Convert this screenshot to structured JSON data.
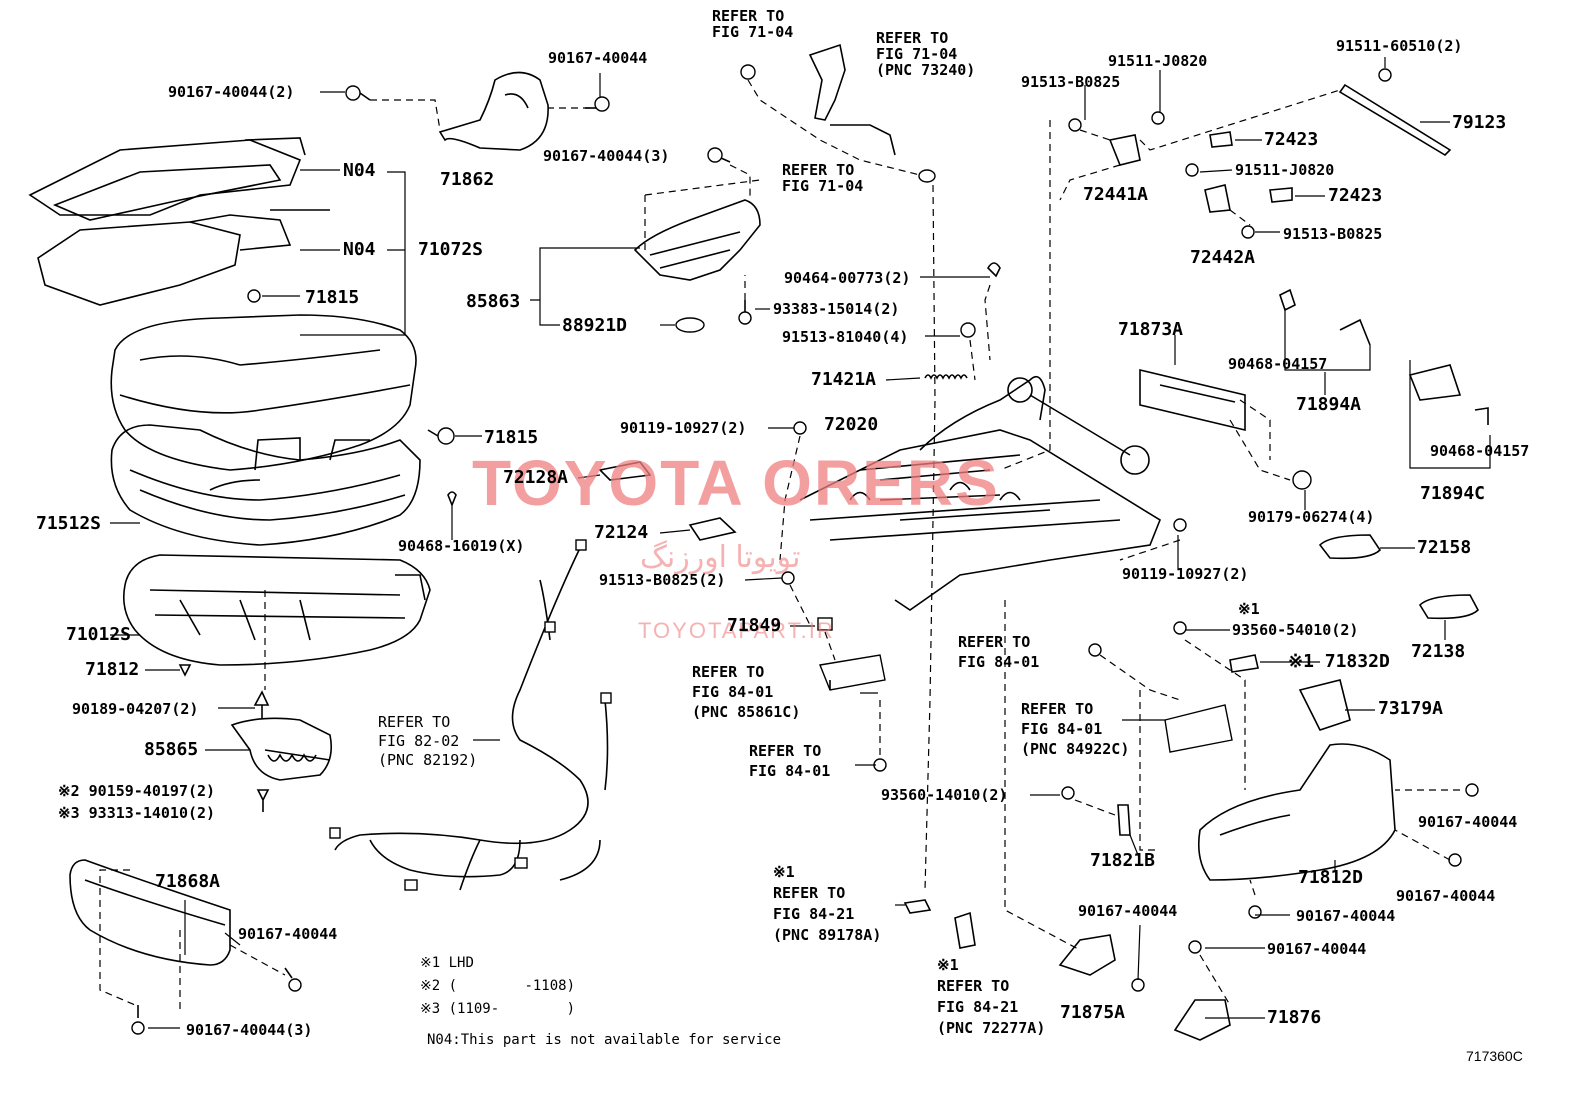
{
  "labels": {
    "refer_fig_71_04_top": "REFER TO\nFIG 71-04",
    "refer_fig_71_04_pnc": "REFER TO\nFIG 71-04\n(PNC 73240)",
    "refer_fig_71_04_mid": "REFER TO\nFIG 71-04",
    "p_90167_40044_2": "90167-40044(2)",
    "p_90167_40044_a": "90167-40044",
    "p_71862": "71862",
    "p_90167_40044_3": "90167-40044(3)",
    "p_N04_a": "N04",
    "p_N04_b": "N04",
    "p_71072S": "71072S",
    "p_71815_a": "71815",
    "p_85863": "85863",
    "p_88921D": "88921D",
    "p_93383_15014": "93383-15014(2)",
    "p_90464_00773": "90464-00773(2)",
    "p_91513_81040": "91513-81040(4)",
    "p_71421A": "71421A",
    "p_90119_10927_a": "90119-10927(2)",
    "p_72020": "72020",
    "p_71815_b": "71815",
    "p_72128A": "72128A",
    "p_90468_16019": "90468-16019(X)",
    "p_71512S": "71512S",
    "p_72124": "72124",
    "p_91513_B0825_a": "91513-B0825(2)",
    "p_71849": "71849",
    "p_71012S": "71012S",
    "p_71812": "71812",
    "p_90189_04207": "90189-04207(2)",
    "p_85865": "85865",
    "p_90159_40197": "※2 90159-40197(2)",
    "p_93313_14010": "※3 93313-14010(2)",
    "refer_fig_82_02": "REFER TO\nFIG 82-02\n(PNC 82192)",
    "refer_fig_84_01_85861": "REFER TO\nFIG 84-01\n(PNC 85861C)",
    "refer_fig_84_01_b": "REFER TO\nFIG 84-01",
    "refer_fig_84_01_c": "REFER TO\nFIG 84-01",
    "refer_fig_84_01_84922": "REFER TO\nFIG 84-01\n(PNC 84922C)",
    "p_71868A": "71868A",
    "p_90167_40044_b": "90167-40044",
    "p_90167_40044_3b": "90167-40044(3)",
    "refer_fig_84_21_89178": "※1\nREFER TO\nFIG 84-21\n(PNC 89178A)",
    "refer_fig_84_21_72277": "※1\nREFER TO\nFIG 84-21\n(PNC 72277A)",
    "p_93560_14010": "93560-14010(2)",
    "p_71821B": "71821B",
    "p_90167_40044_c": "90167-40044",
    "p_71875A": "71875A",
    "p_90167_40044_d": "90167-40044",
    "p_71876": "71876",
    "p_91511_60510": "91511-60510(2)",
    "p_91511_J0820_a": "91511-J0820",
    "p_91513_B0825_b": "91513-B0825",
    "p_72423_a": "72423",
    "p_79123": "79123",
    "p_72441A": "72441A",
    "p_91511_J0820_b": "91511-J0820",
    "p_72423_b": "72423",
    "p_91513_B0825_c": "91513-B0825",
    "p_72442A": "72442A",
    "p_71873A": "71873A",
    "p_90468_04157_a": "90468-04157",
    "p_71894A": "71894A",
    "p_90468_04157_b": "90468-04157",
    "p_71894C": "71894C",
    "p_90179_06274": "90179-06274(4)",
    "p_90119_10927_b": "90119-10927(2)",
    "p_72158": "72158",
    "p_72138": "72138",
    "p_93560_54010": "93560-54010(2)",
    "mark_x1_93560": "※1",
    "p_71832D": "※1 71832D",
    "p_73179A": "73179A",
    "p_90167_40044_e": "90167-40044",
    "p_71812D": "71812D",
    "p_90167_40044_f": "90167-40044",
    "p_90167_40044_g": "90167-40044"
  },
  "notes": {
    "n1": "※1 LHD",
    "n2": "※2 (        -1108)",
    "n3": "※3 (1109-        )",
    "n04": "N04:This part is not available for service"
  },
  "figure_code": "717360C",
  "watermark": {
    "main": "TOYOTA ORERS",
    "sub": "TOYOTAPART.IR",
    "fa": "تویوتا اورزنگ"
  },
  "colors": {
    "watermark": "#f08080",
    "ink": "#000000"
  }
}
